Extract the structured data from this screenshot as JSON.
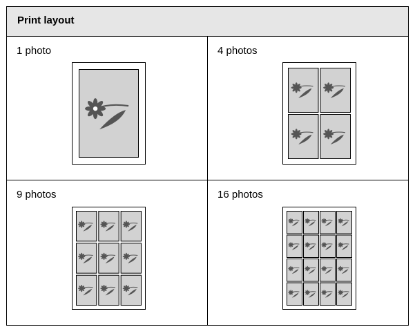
{
  "table": {
    "header": "Print layout",
    "cells": [
      {
        "label": "1 photo",
        "grid_rows": 1,
        "grid_cols": 1
      },
      {
        "label": "4 photos",
        "grid_rows": 2,
        "grid_cols": 2
      },
      {
        "label": "9 photos",
        "grid_rows": 3,
        "grid_cols": 3
      },
      {
        "label": "16 photos",
        "grid_rows": 4,
        "grid_cols": 4
      }
    ]
  },
  "colors": {
    "header_bg": "#e6e6e6",
    "photo_bg": "#d2d2d2",
    "flower": "#555555",
    "border": "#000000"
  }
}
